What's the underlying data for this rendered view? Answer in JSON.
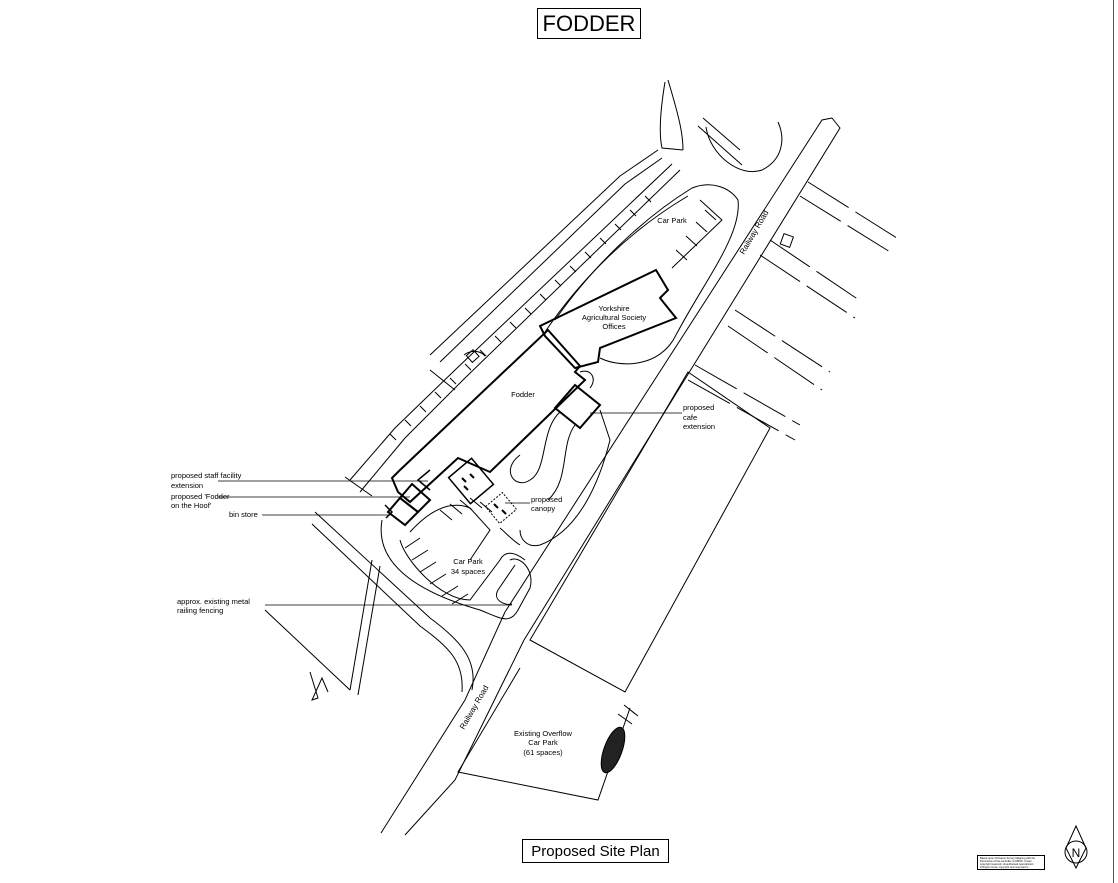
{
  "title": "FODDER",
  "caption": "Proposed Site Plan",
  "site_labels": {
    "car_park_north": "Car Park",
    "offices": [
      "Yorkshire",
      "Agricultural Society",
      "Offices"
    ],
    "fodder": "Fodder",
    "car_park_south": [
      "Car Park",
      "34 spaces"
    ],
    "overflow": [
      "Existing Overflow",
      "Car Park",
      "(61 spaces)"
    ],
    "road_east": "Railway Road",
    "road_south": "Railway Road"
  },
  "annotations": {
    "staff_facility": [
      "proposed staff facility",
      "extension"
    ],
    "fodder_on_hoof": [
      "proposed 'Fodder",
      "on the Hoof'"
    ],
    "bin_store": "bin store",
    "railing": [
      "approx. existing metal",
      "railing fencing"
    ],
    "cafe": [
      "proposed",
      "cafe",
      "extension"
    ],
    "canopy": [
      "proposed",
      "canopy"
    ]
  },
  "north_arrow": "N",
  "copyright_note": "Based upon Ordnance Survey Mapping with the Permission of the controller of HMSO. Crown copyright reserved. Unauthorised reproduction infringes Crown copyright and may lead to prosecution or civil proceedings."
}
